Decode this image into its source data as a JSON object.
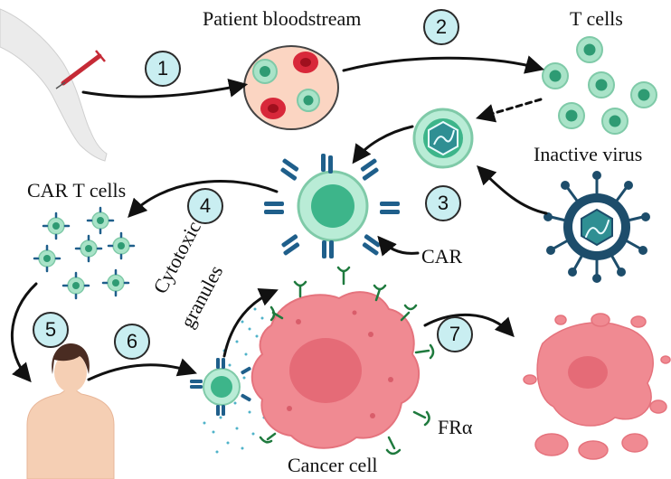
{
  "labels": {
    "bloodstream": "Patient bloodstream",
    "t_cells": "T cells",
    "inactive_virus": "Inactive virus",
    "car_t_cells": "CAR T cells",
    "car": "CAR",
    "cytotoxic_line1": "Cytotoxic",
    "cytotoxic_line2": "granules",
    "cancer_cell": "Cancer cell",
    "fra": "FRα"
  },
  "steps": [
    "1",
    "2",
    "3",
    "4",
    "5",
    "6",
    "7"
  ],
  "colors": {
    "step_fill": "#c9eef1",
    "tcell_green": "#3db58a",
    "receptor_blue": "#1f5f8b",
    "cancer_pink": "#f08a92",
    "virus_navy": "#1d4d6b",
    "blood_red": "#d8283a"
  }
}
